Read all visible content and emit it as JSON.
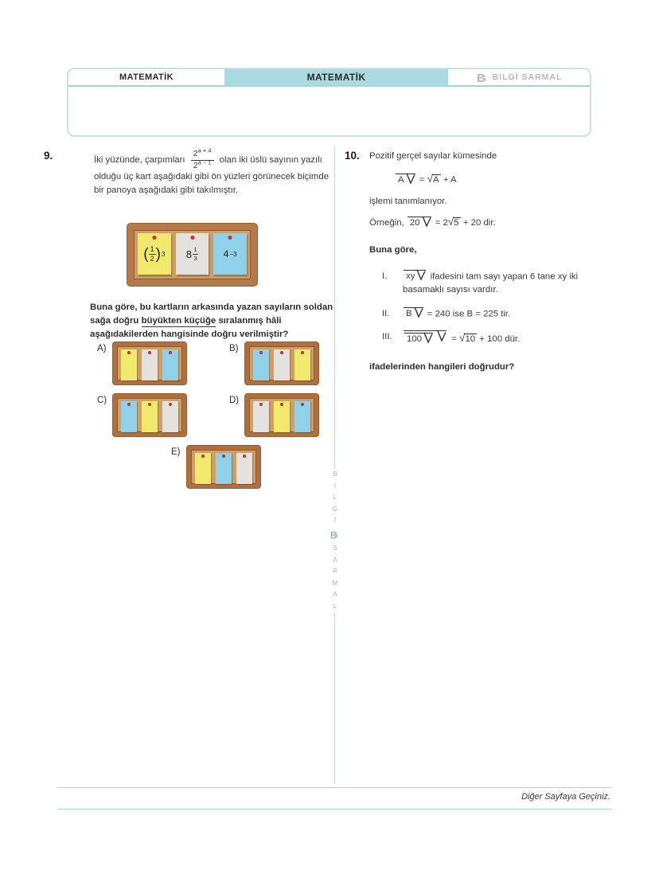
{
  "header": {
    "tab_left": "MATEMATİK",
    "tab_center": "MATEMATİK",
    "brand": "BİLGİ SARMAL"
  },
  "q9": {
    "number": "9.",
    "intro_pre": "İki yüzünde, çarpımları",
    "frac": {
      "num_base": "2",
      "num_exp": "a + 4",
      "den_base": "2",
      "den_exp": "a − 1"
    },
    "intro_post": "olan iki üslü sayının",
    "intro_rest": "yazılı olduğu üç kart aşağıdaki gibi ön yüzleri görünecek biçimde bir panoya aşağıdaki gibi takılmıştır.",
    "board": {
      "card1": {
        "num": "1",
        "den": "2",
        "exp": "3"
      },
      "card2": {
        "base": "8",
        "exp_num": "1",
        "exp_den": "3"
      },
      "card3": {
        "base": "4",
        "exp": "−3"
      }
    },
    "prompt_pre": "Buna göre, bu kartların arkasında yazan sayıların soldan sağa doğru",
    "prompt_underlined": "büyükten küçüğe",
    "prompt_rest": "sıralanmış hâli aşağıdakilerden hangisinde doğru verilmiştir?",
    "options": [
      {
        "letter": "A)",
        "cards": [
          "yellow",
          "white",
          "blue"
        ]
      },
      {
        "letter": "B)",
        "cards": [
          "blue",
          "white",
          "yellow"
        ]
      },
      {
        "letter": "C)",
        "cards": [
          "blue",
          "yellow",
          "white"
        ]
      },
      {
        "letter": "D)",
        "cards": [
          "white",
          "yellow",
          "blue"
        ]
      },
      {
        "letter": "E)",
        "cards": [
          "yellow",
          "blue",
          "white"
        ]
      }
    ]
  },
  "q10": {
    "number": "10.",
    "line1": "Pozitif gerçel sayılar kümesinde",
    "def": {
      "lhs": "A",
      "eq": "=",
      "sqrt_arg": "A",
      "tail": "+ A"
    },
    "line3": "işlemi tanımlanıyor.",
    "example": {
      "pre": "Örneğin,",
      "lhs": "20",
      "eq": "= 2",
      "sqrt_arg": "5",
      "tail": "+ 20 dir."
    },
    "buna_gore": "Buna göre,",
    "items": [
      {
        "roman": "I.",
        "op_arg": "xy",
        "text": "ifadesini tam sayı yapan 6 tane xy iki basamaklı sayısı vardır."
      },
      {
        "roman": "II.",
        "op_arg": "B",
        "text": "= 240 ise B = 225 tir."
      },
      {
        "roman": "III.",
        "op_arg": "100",
        "eq": "=",
        "sqrt_arg": "10",
        "tail": "+ 100 dür."
      }
    ],
    "closing": "ifadelerinden hangileri doğrudur?"
  },
  "watermark": {
    "letters_top": [
      "B",
      "İ",
      "L",
      "G",
      "İ"
    ],
    "letters_bottom": [
      "S",
      "A",
      "R",
      "M",
      "A",
      "L"
    ]
  },
  "footer": {
    "note": "Diğer Sayfaya Geçiniz."
  },
  "colors": {
    "accent_teal": "#a9dae2",
    "line_teal": "#a5d6de",
    "board_frame": "#b5794a",
    "board_cork": "#cf9f66",
    "card_yellow": "#f0e96e",
    "card_white": "#e3e2de",
    "card_blue": "#90d0e8",
    "pin_red": "#c43b3b",
    "brand_gray": "#b7b7b7"
  }
}
